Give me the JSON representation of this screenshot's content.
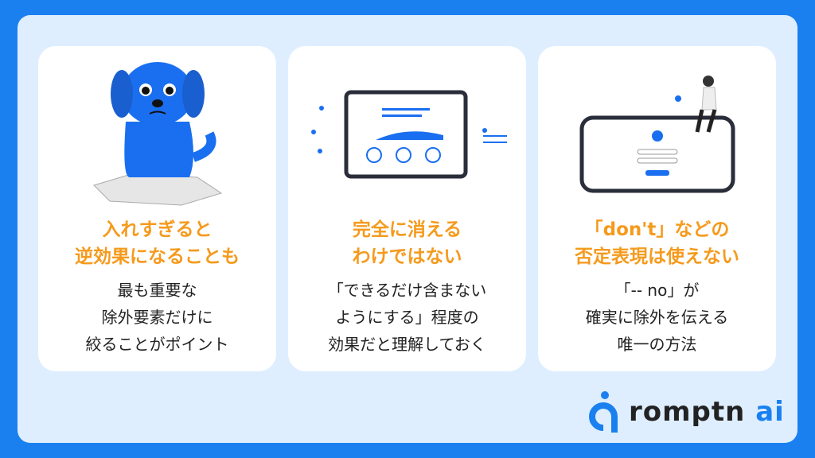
{
  "cards": [
    {
      "title": [
        "入れすぎると",
        "逆効果になることも"
      ],
      "body": [
        "最も重要な",
        "除外要素だけに",
        "絞ることがポイント"
      ],
      "illustration": "sad-blue-dog"
    },
    {
      "title": [
        "完全に消える",
        "わけではない"
      ],
      "body": [
        "「できるだけ含まない",
        "ようにする」程度の",
        "効果だと理解しておく"
      ],
      "illustration": "tablet-dashboard"
    },
    {
      "title": [
        "「don't」などの",
        "否定表現は使えない"
      ],
      "body": [
        "「-- no」が",
        "確実に除外を伝える",
        "唯一の方法"
      ],
      "illustration": "phone-login-with-person"
    }
  ],
  "logo": {
    "main": "romptn",
    "accent": "ai"
  },
  "colors": {
    "accent": "#1a80f0",
    "title": "#f59a1c",
    "panel": "#deeeff"
  }
}
